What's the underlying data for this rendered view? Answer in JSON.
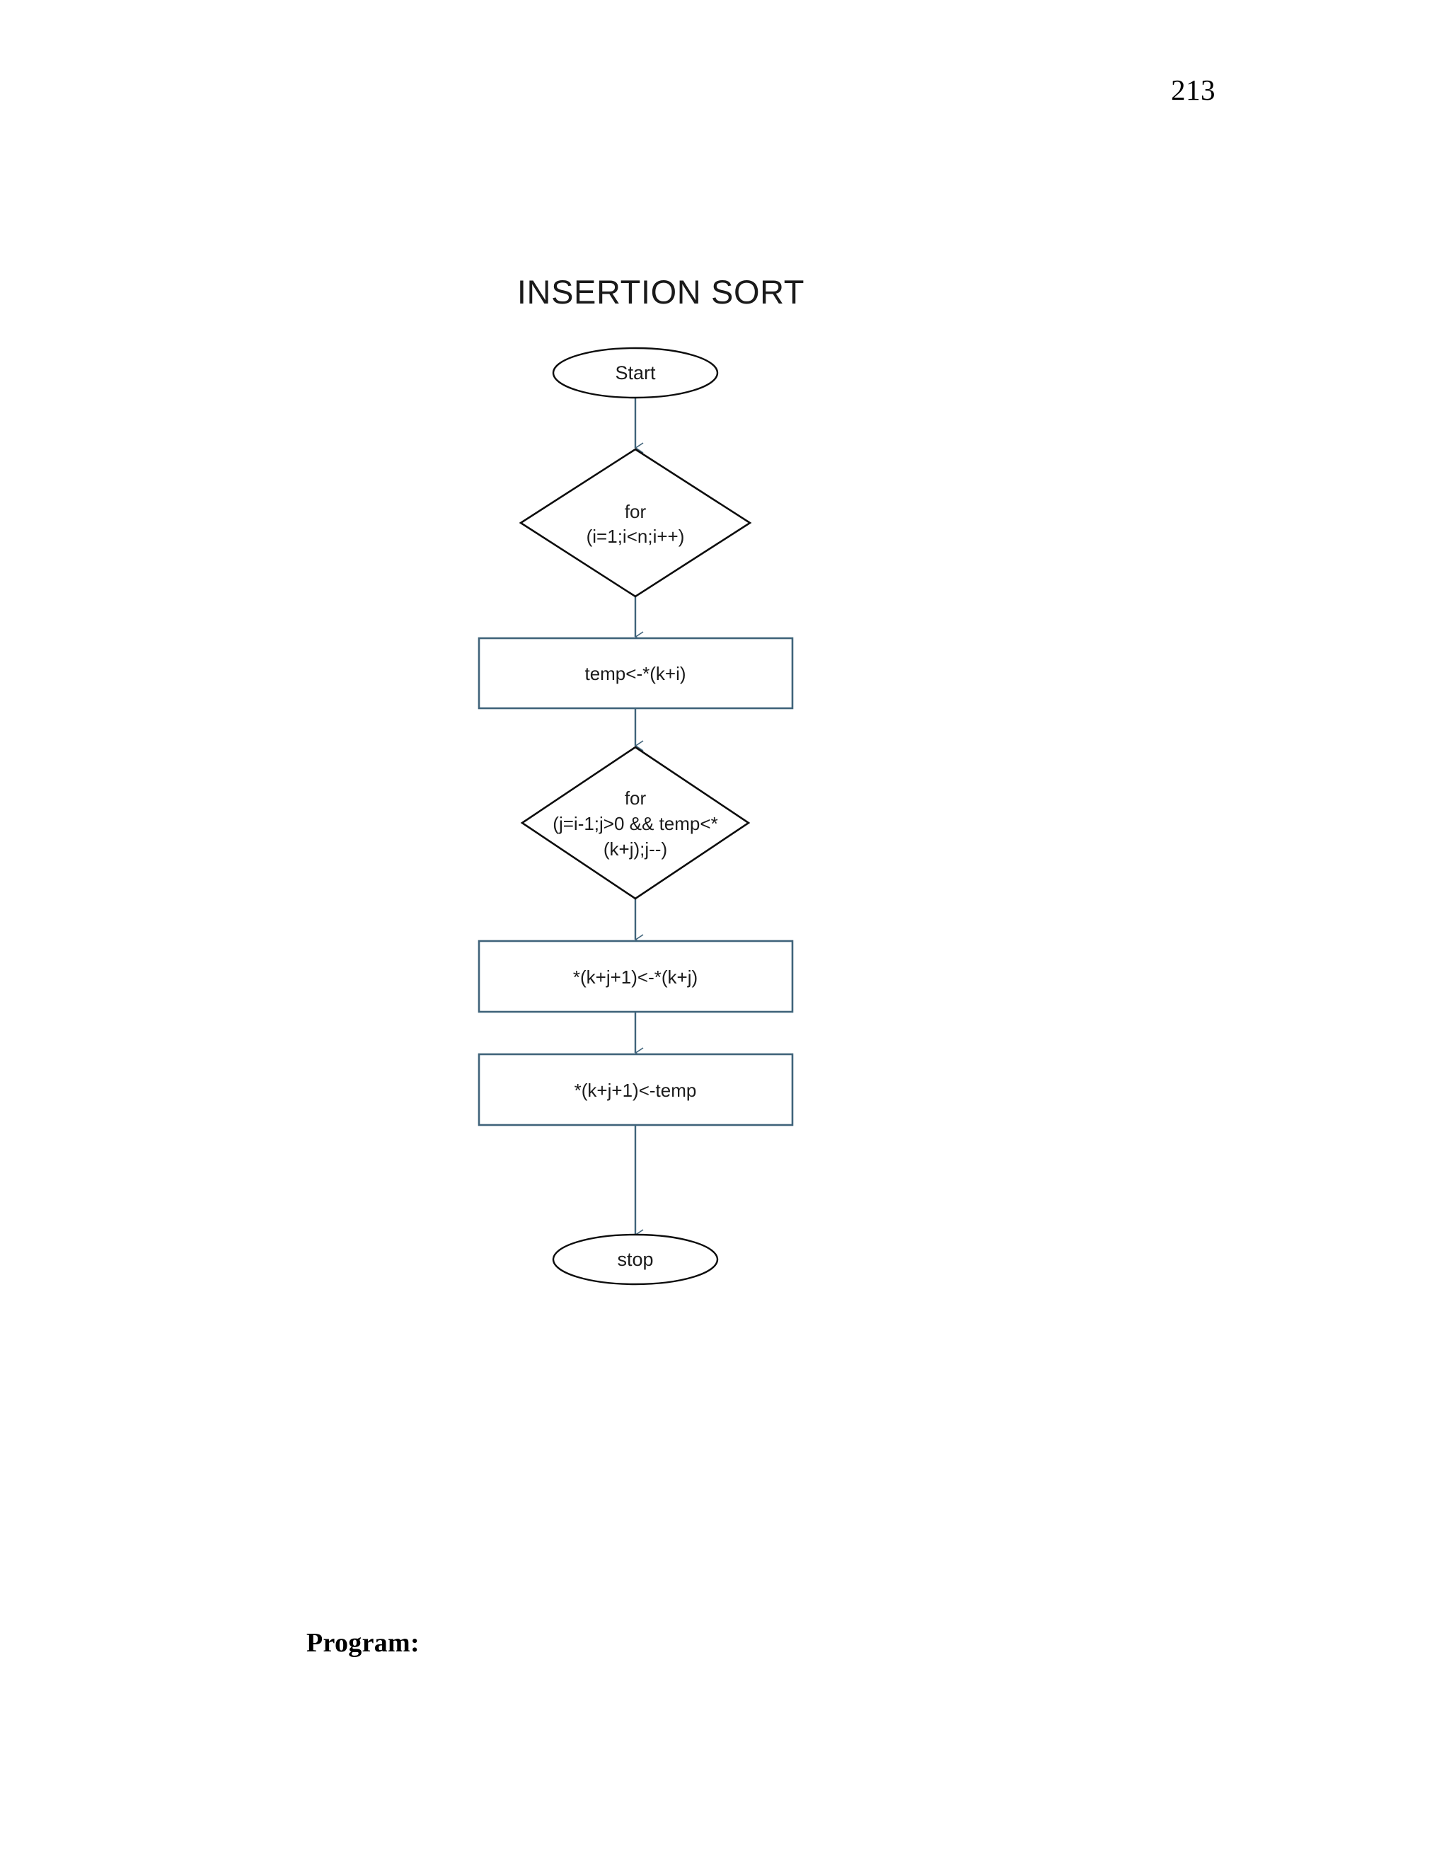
{
  "document": {
    "page_number": "213",
    "program_label": "Program:"
  },
  "flowchart": {
    "title": "INSERTION SORT",
    "colors": {
      "connector": "#3f637a",
      "box_border": "#3f637a",
      "terminator_border": "#000000",
      "decision_border": "#000000",
      "node_fill": "#ffffff",
      "text": "#1b1b1b"
    },
    "nodes": [
      {
        "id": "start",
        "shape": "ellipse",
        "lines": [
          "Start"
        ]
      },
      {
        "id": "outer-for",
        "shape": "diamond",
        "lines": [
          "for",
          "(i=1;i<n;i++)"
        ]
      },
      {
        "id": "assign-temp",
        "shape": "rectangle",
        "lines": [
          "temp<-*(k+i)"
        ]
      },
      {
        "id": "inner-for",
        "shape": "diamond",
        "lines": [
          "for",
          "(j=i-1;j>0 && temp<*",
          "(k+j);j--)"
        ]
      },
      {
        "id": "shift-element",
        "shape": "rectangle",
        "lines": [
          "*(k+j+1)<-*(k+j)"
        ]
      },
      {
        "id": "place-temp",
        "shape": "rectangle",
        "lines": [
          "*(k+j+1)<-temp"
        ]
      },
      {
        "id": "stop",
        "shape": "ellipse",
        "lines": [
          "stop"
        ]
      }
    ],
    "edges": [
      {
        "from": "start",
        "to": "outer-for"
      },
      {
        "from": "outer-for",
        "to": "assign-temp"
      },
      {
        "from": "assign-temp",
        "to": "inner-for"
      },
      {
        "from": "inner-for",
        "to": "shift-element"
      },
      {
        "from": "shift-element",
        "to": "place-temp"
      },
      {
        "from": "place-temp",
        "to": "stop"
      }
    ]
  }
}
